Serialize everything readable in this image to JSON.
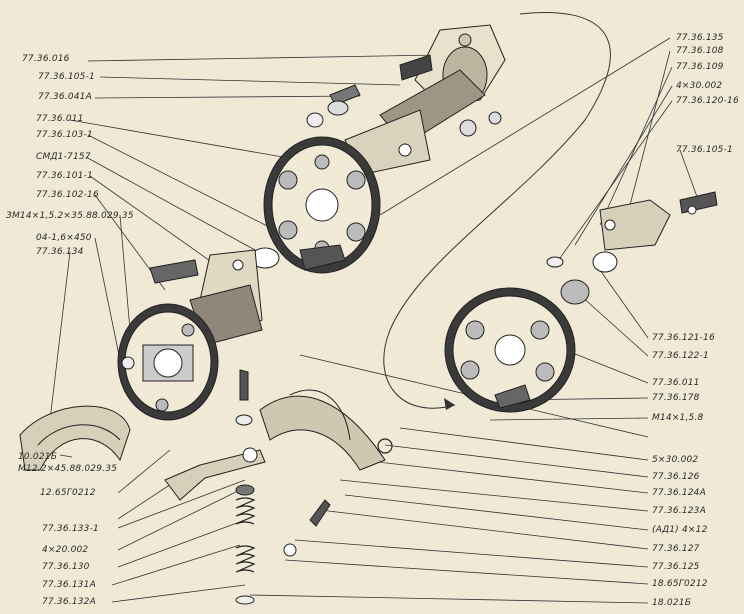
{
  "diagram": {
    "left_labels": [
      "77.36.016",
      "77.36.105-1",
      "77.36.041A",
      "77.36.011",
      "77.36.103-1",
      "СМД1-7157",
      "77.36.101-1",
      "77.36.102-16",
      "ЗМ14×1,5.2×35.88.029.35",
      "04-1,6×450",
      "77.36.134"
    ],
    "lower_left_labels": [
      "10.021Б",
      "М12.2×45.88.029.35",
      "12.65Г0212",
      "77.36.133-1",
      "4×20.002",
      "77.36.130",
      "77.36.131А",
      "77.36.132А"
    ],
    "top_right_labels": [
      "77.36.135",
      "77.36.108",
      "77.36.109",
      "4×30.002",
      "77.36.120-16",
      "77.36.105-1"
    ],
    "right_labels": [
      "77.36.121-16",
      "77.36.122-1",
      "77.36.011",
      "77.36.178",
      "М14×1,5.8",
      "5×30.002",
      "77.36.126",
      "77.36.124А",
      "77.36.123А",
      "(АД1) 4×12",
      "77.36.127",
      "77.36.125",
      "18.65Г0212",
      "18.021Б"
    ]
  }
}
